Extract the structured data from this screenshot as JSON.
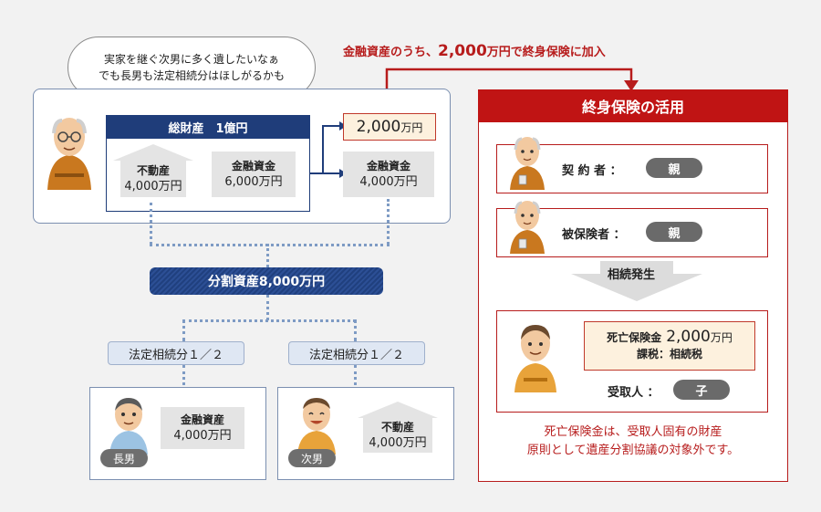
{
  "thought": {
    "line1": "実家を継ぐ次男に多く遺したいなぁ",
    "line2": "でも長男も法定相続分はほしがるかも"
  },
  "annotation_top": {
    "prefix": "金融資産のうち、",
    "amount": "2,000",
    "suffix": "万円で終身保険に加入"
  },
  "estate": {
    "total_label": "総財産　1億円",
    "real_estate": {
      "label": "不動産",
      "value": "4,000万円"
    },
    "financial": {
      "label": "金融資金",
      "value": "6,000万円"
    },
    "insurance_portion": {
      "amount": "2,000",
      "unit": "万円"
    },
    "remaining_financial": {
      "label": "金融資金",
      "value": "4,000万円"
    }
  },
  "split": {
    "label": "分割資産8,000万円"
  },
  "legal_share_left": "法定相続分１／２",
  "legal_share_right": "法定相続分１／２",
  "heirs": [
    {
      "tag": "長男",
      "asset_label": "金融資産",
      "asset_value": "4,000万円"
    },
    {
      "tag": "次男",
      "asset_label": "不動産",
      "asset_value": "4,000万円"
    }
  ],
  "insurance": {
    "title": "終身保険の活用",
    "contractor_label": "契 約 者 ：",
    "contractor_value": "親",
    "insured_label": "被保険者 ：",
    "insured_value": "親",
    "event": "相続発生",
    "death_benefit_label": "死亡保険金",
    "death_benefit_amount": "2,000",
    "death_benefit_unit": "万円",
    "tax_note": "課税：相続税",
    "beneficiary_label": "受取人 ：",
    "beneficiary_value": "子",
    "footer_line1": "死亡保険金は、受取人固有の財産",
    "footer_line2": "原則として遺産分割協議の対象外です。"
  },
  "colors": {
    "navy": "#1f3d7a",
    "red": "#c01414",
    "pale_blue": "#dfe7f3"
  }
}
